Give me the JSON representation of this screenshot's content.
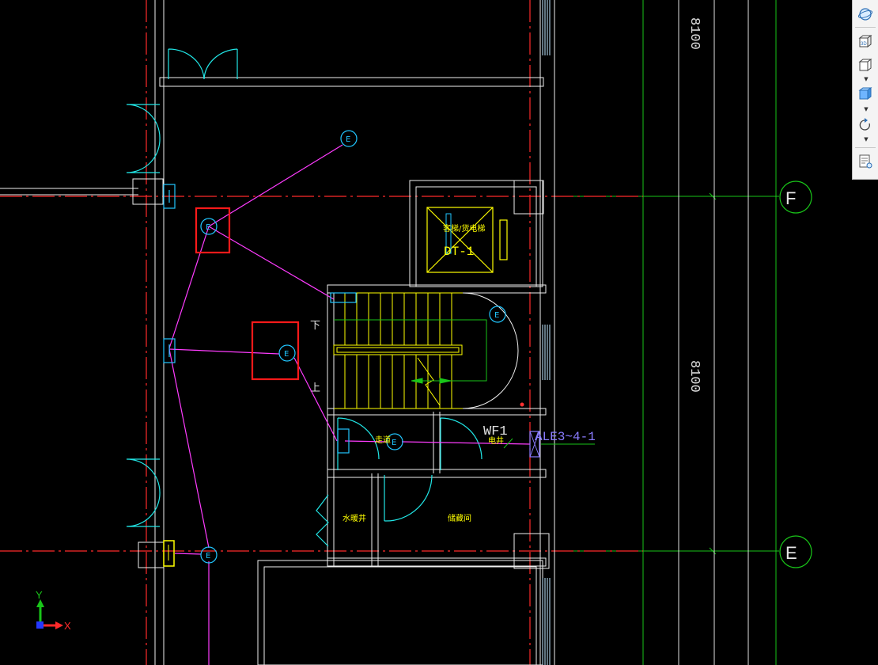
{
  "drawing": {
    "dims": [
      "8100",
      "8100"
    ],
    "axis_labels": [
      "F",
      "E"
    ],
    "rooms": {
      "elevator_room": "客梯/货电梯",
      "elevator_tag": "DT-1",
      "corridor": "走道",
      "power_room": "电井",
      "water_well": "水暖井",
      "storage": "储藏间"
    },
    "stair_labels": [
      "下",
      "上"
    ],
    "panel_label": "WF1",
    "cable_label": "ALE3~4-1",
    "fixture_symbol": "E",
    "ucs": {
      "x": "X",
      "y": "Y"
    }
  },
  "colors": {
    "background": "#000000",
    "wall": "#ffffff",
    "axis_red": "#ff2a2a",
    "dim_green": "#19c519",
    "wire_magenta": "#ff3cff",
    "fixture_cyan": "#21c6ff",
    "stair_yellow": "#ffff00",
    "highlight_red": "#ff1a1a",
    "cable_purple": "#8a7cff"
  },
  "viewcube_toolbar": {
    "buttons": [
      {
        "icon": "orbit-globe-icon"
      },
      {
        "icon": "3d-view-icon",
        "label": "3D"
      },
      {
        "icon": "wireframe-cube-icon"
      },
      {
        "icon": "shaded-cube-icon"
      },
      {
        "icon": "rotate-icon"
      },
      {
        "icon": "layer-properties-icon"
      }
    ]
  }
}
